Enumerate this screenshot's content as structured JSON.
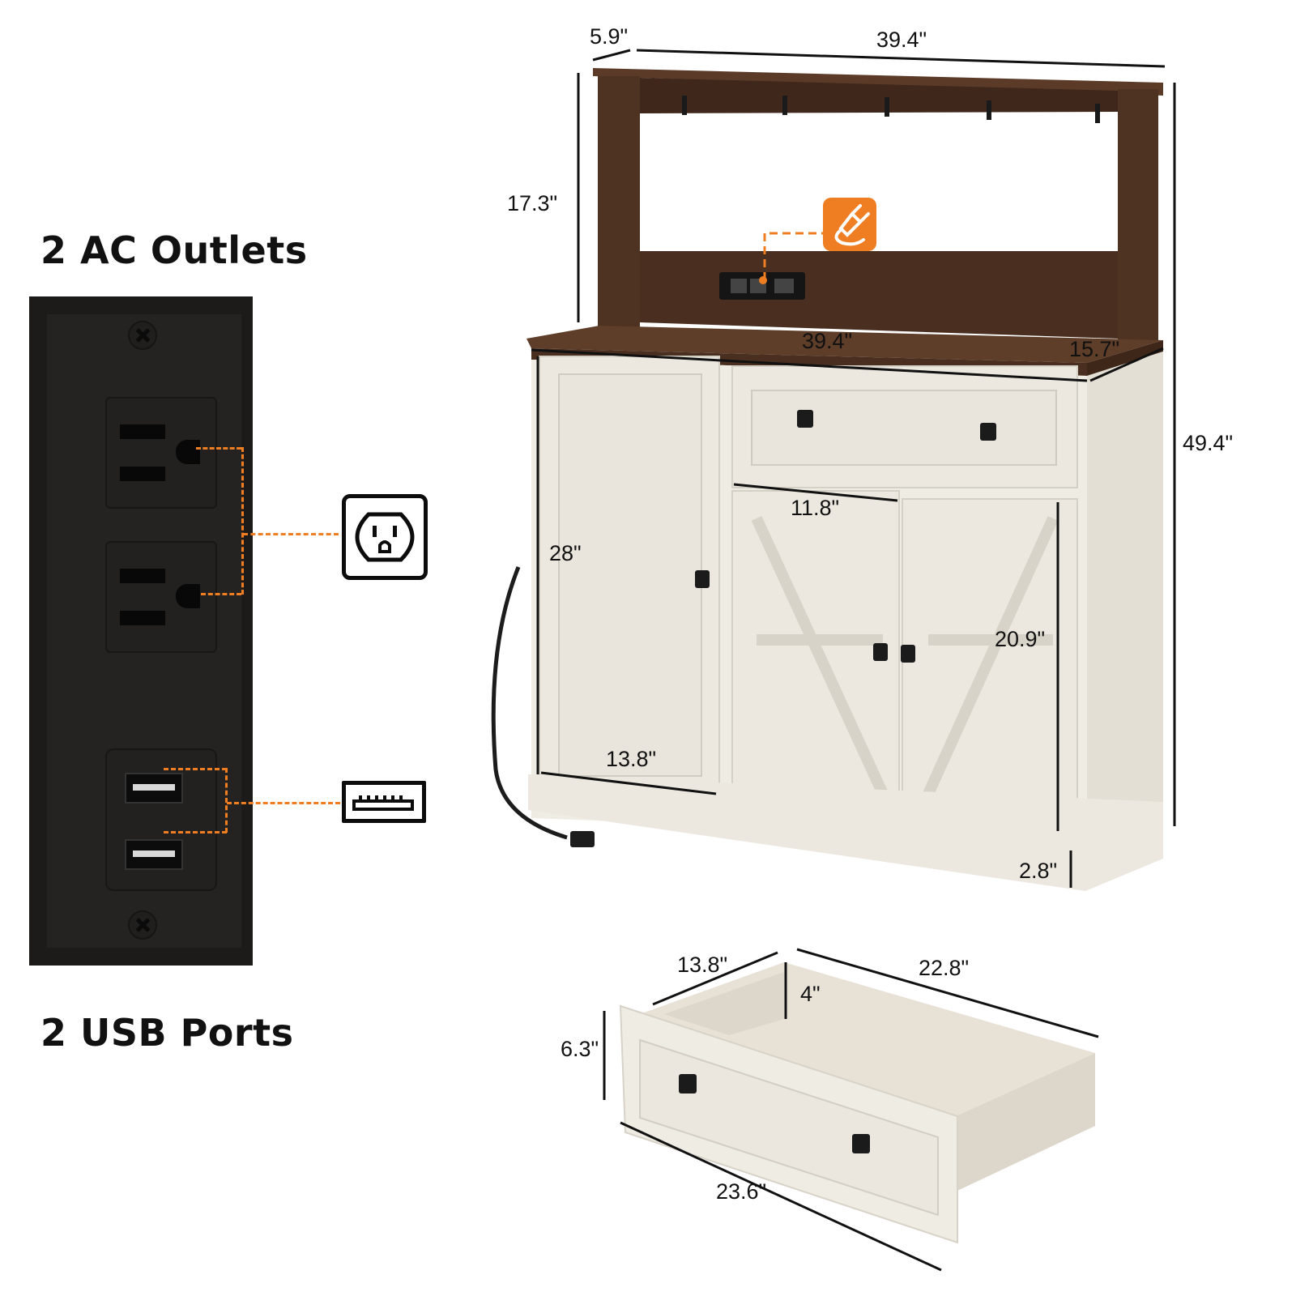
{
  "left_panel": {
    "ac_heading": "2 AC Outlets",
    "usb_heading": "2 USB Ports",
    "ac_icon": "ac-outlet-icon",
    "usb_icon": "usb-port-icon",
    "accent_color": "#ef7d22"
  },
  "cabinet": {
    "hutch_depth": "5.9\"",
    "hutch_width": "39.4\"",
    "hutch_height": "17.3\"",
    "top_width": "39.4\"",
    "top_depth": "15.7\"",
    "total_height": "49.4\"",
    "side_cabinet_height": "28\"",
    "side_cabinet_width": "13.8\"",
    "door_width": "11.8\"",
    "door_height": "20.9\"",
    "leg_height": "2.8\"",
    "power_icon": "plug-icon"
  },
  "drawer": {
    "inner_depth": "13.8\"",
    "inner_length": "22.8\"",
    "inner_height": "4\"",
    "front_height": "6.3\"",
    "front_width": "23.6\""
  }
}
